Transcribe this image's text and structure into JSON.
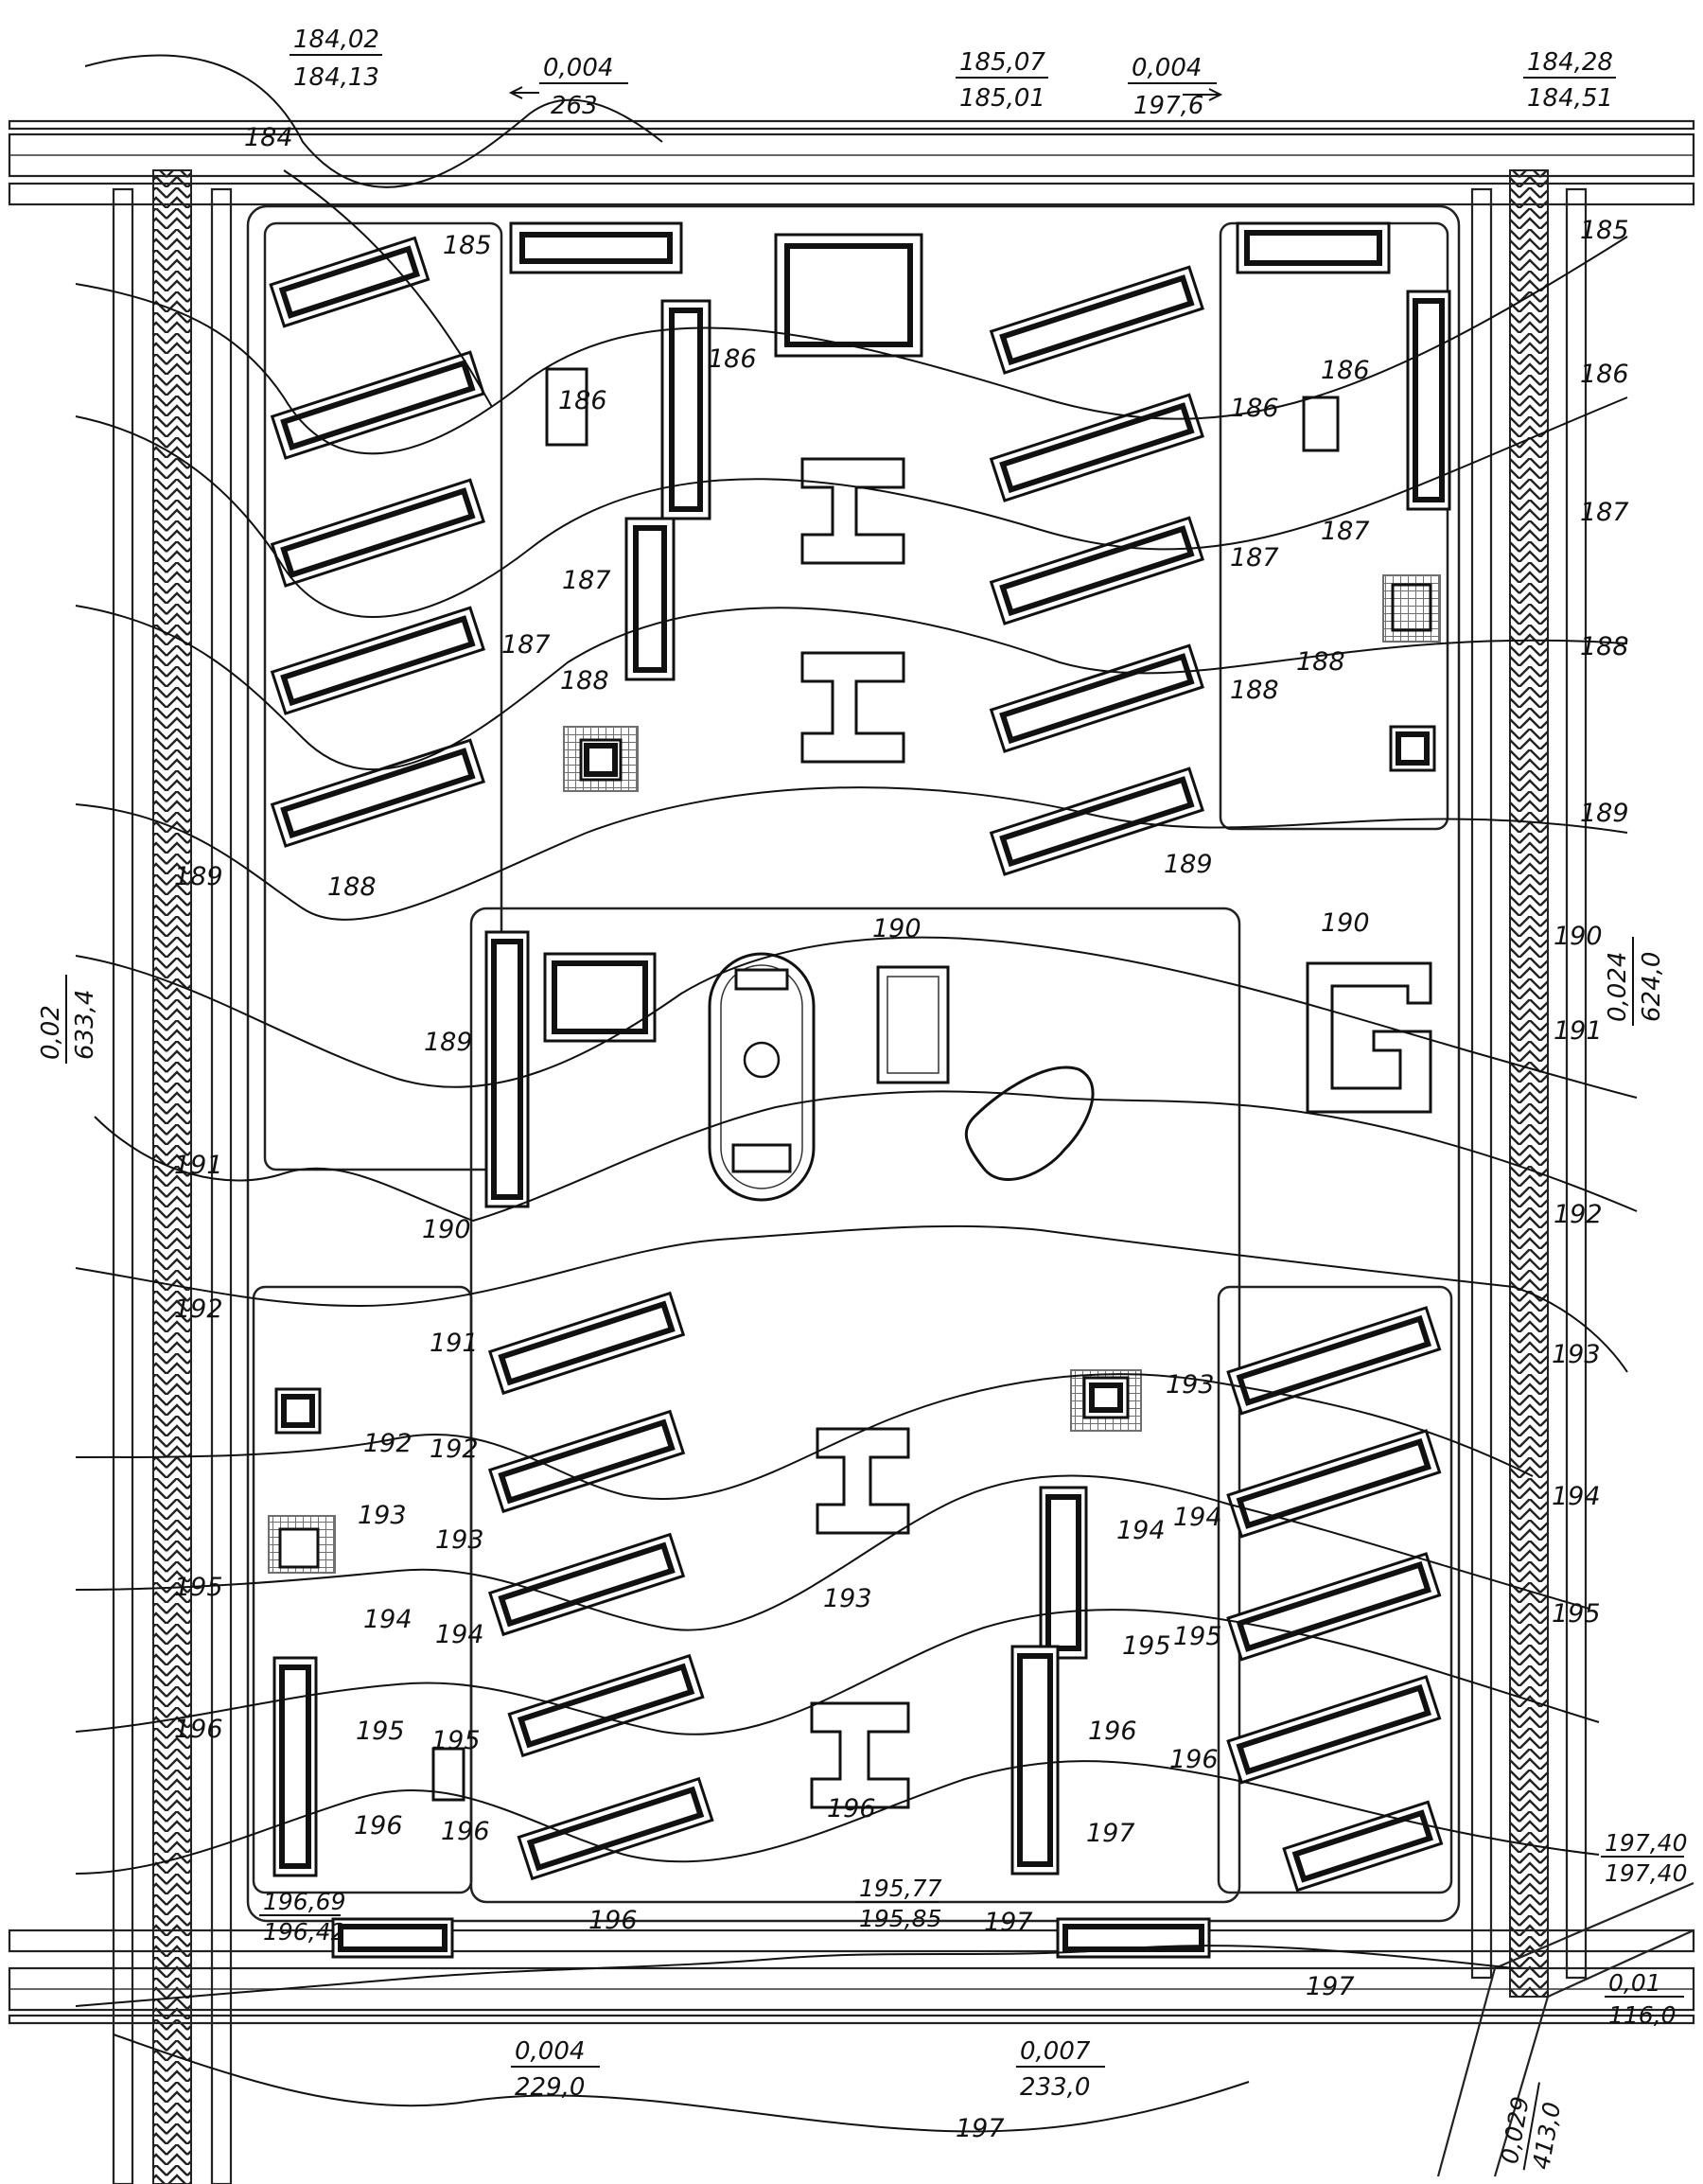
{
  "contours": [
    "184",
    "185",
    "185",
    "186",
    "186",
    "186",
    "186",
    "186",
    "187",
    "187",
    "187",
    "187",
    "187",
    "188",
    "188",
    "188",
    "188",
    "188",
    "189",
    "189",
    "189",
    "189",
    "190",
    "190",
    "190",
    "190",
    "191",
    "191",
    "191",
    "192",
    "192",
    "192",
    "192",
    "193",
    "193",
    "193",
    "193",
    "193",
    "194",
    "194",
    "194",
    "194",
    "194",
    "195",
    "195",
    "195",
    "195",
    "195",
    "195",
    "196",
    "196",
    "196",
    "196",
    "196",
    "196",
    "196",
    "197",
    "197",
    "197",
    "197"
  ],
  "elevations": [
    {
      "top": "184,02",
      "bottom": "184,13"
    },
    {
      "top": "185,07",
      "bottom": "185,01"
    },
    {
      "top": "184,28",
      "bottom": "184,51"
    },
    {
      "top": "196,69",
      "bottom": "196,42"
    },
    {
      "top": "195,77",
      "bottom": "195,85"
    },
    {
      "top": "197,40",
      "bottom": "197,40"
    }
  ],
  "slopes": [
    {
      "slope": "0,004",
      "length": "263"
    },
    {
      "slope": "0,004",
      "length": "197,6"
    },
    {
      "slope": "0,02",
      "length": "633,4"
    },
    {
      "slope": "0,024",
      "length": "624,0"
    },
    {
      "slope": "0,004",
      "length": "229,0"
    },
    {
      "slope": "0,007",
      "length": "233,0"
    },
    {
      "slope": "0,01",
      "length": "116,0"
    },
    {
      "slope": "0,029",
      "length": "413,0"
    }
  ],
  "colors": {
    "ink": "#111111",
    "paper": "#ffffff"
  }
}
